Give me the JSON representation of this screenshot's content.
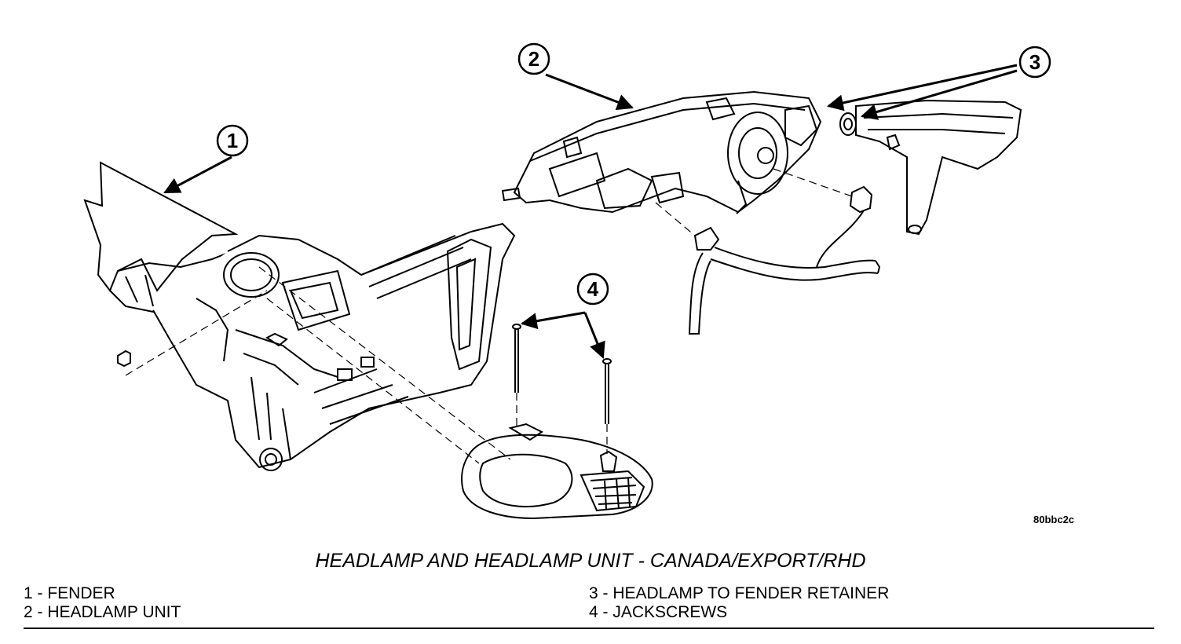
{
  "diagram": {
    "callouts": [
      "1",
      "2",
      "3",
      "4"
    ],
    "drawing_code": "80bbc2c",
    "title": "HEADLAMP AND HEADLAMP UNIT - CANADA/EXPORT/RHD"
  },
  "legend": {
    "items": [
      "1 - FENDER",
      "3 - HEADLAMP TO FENDER RETAINER",
      "2 - HEADLAMP UNIT",
      "4 - JACKSCREWS"
    ]
  },
  "colors": {
    "line": "#000000",
    "background": "#ffffff"
  }
}
